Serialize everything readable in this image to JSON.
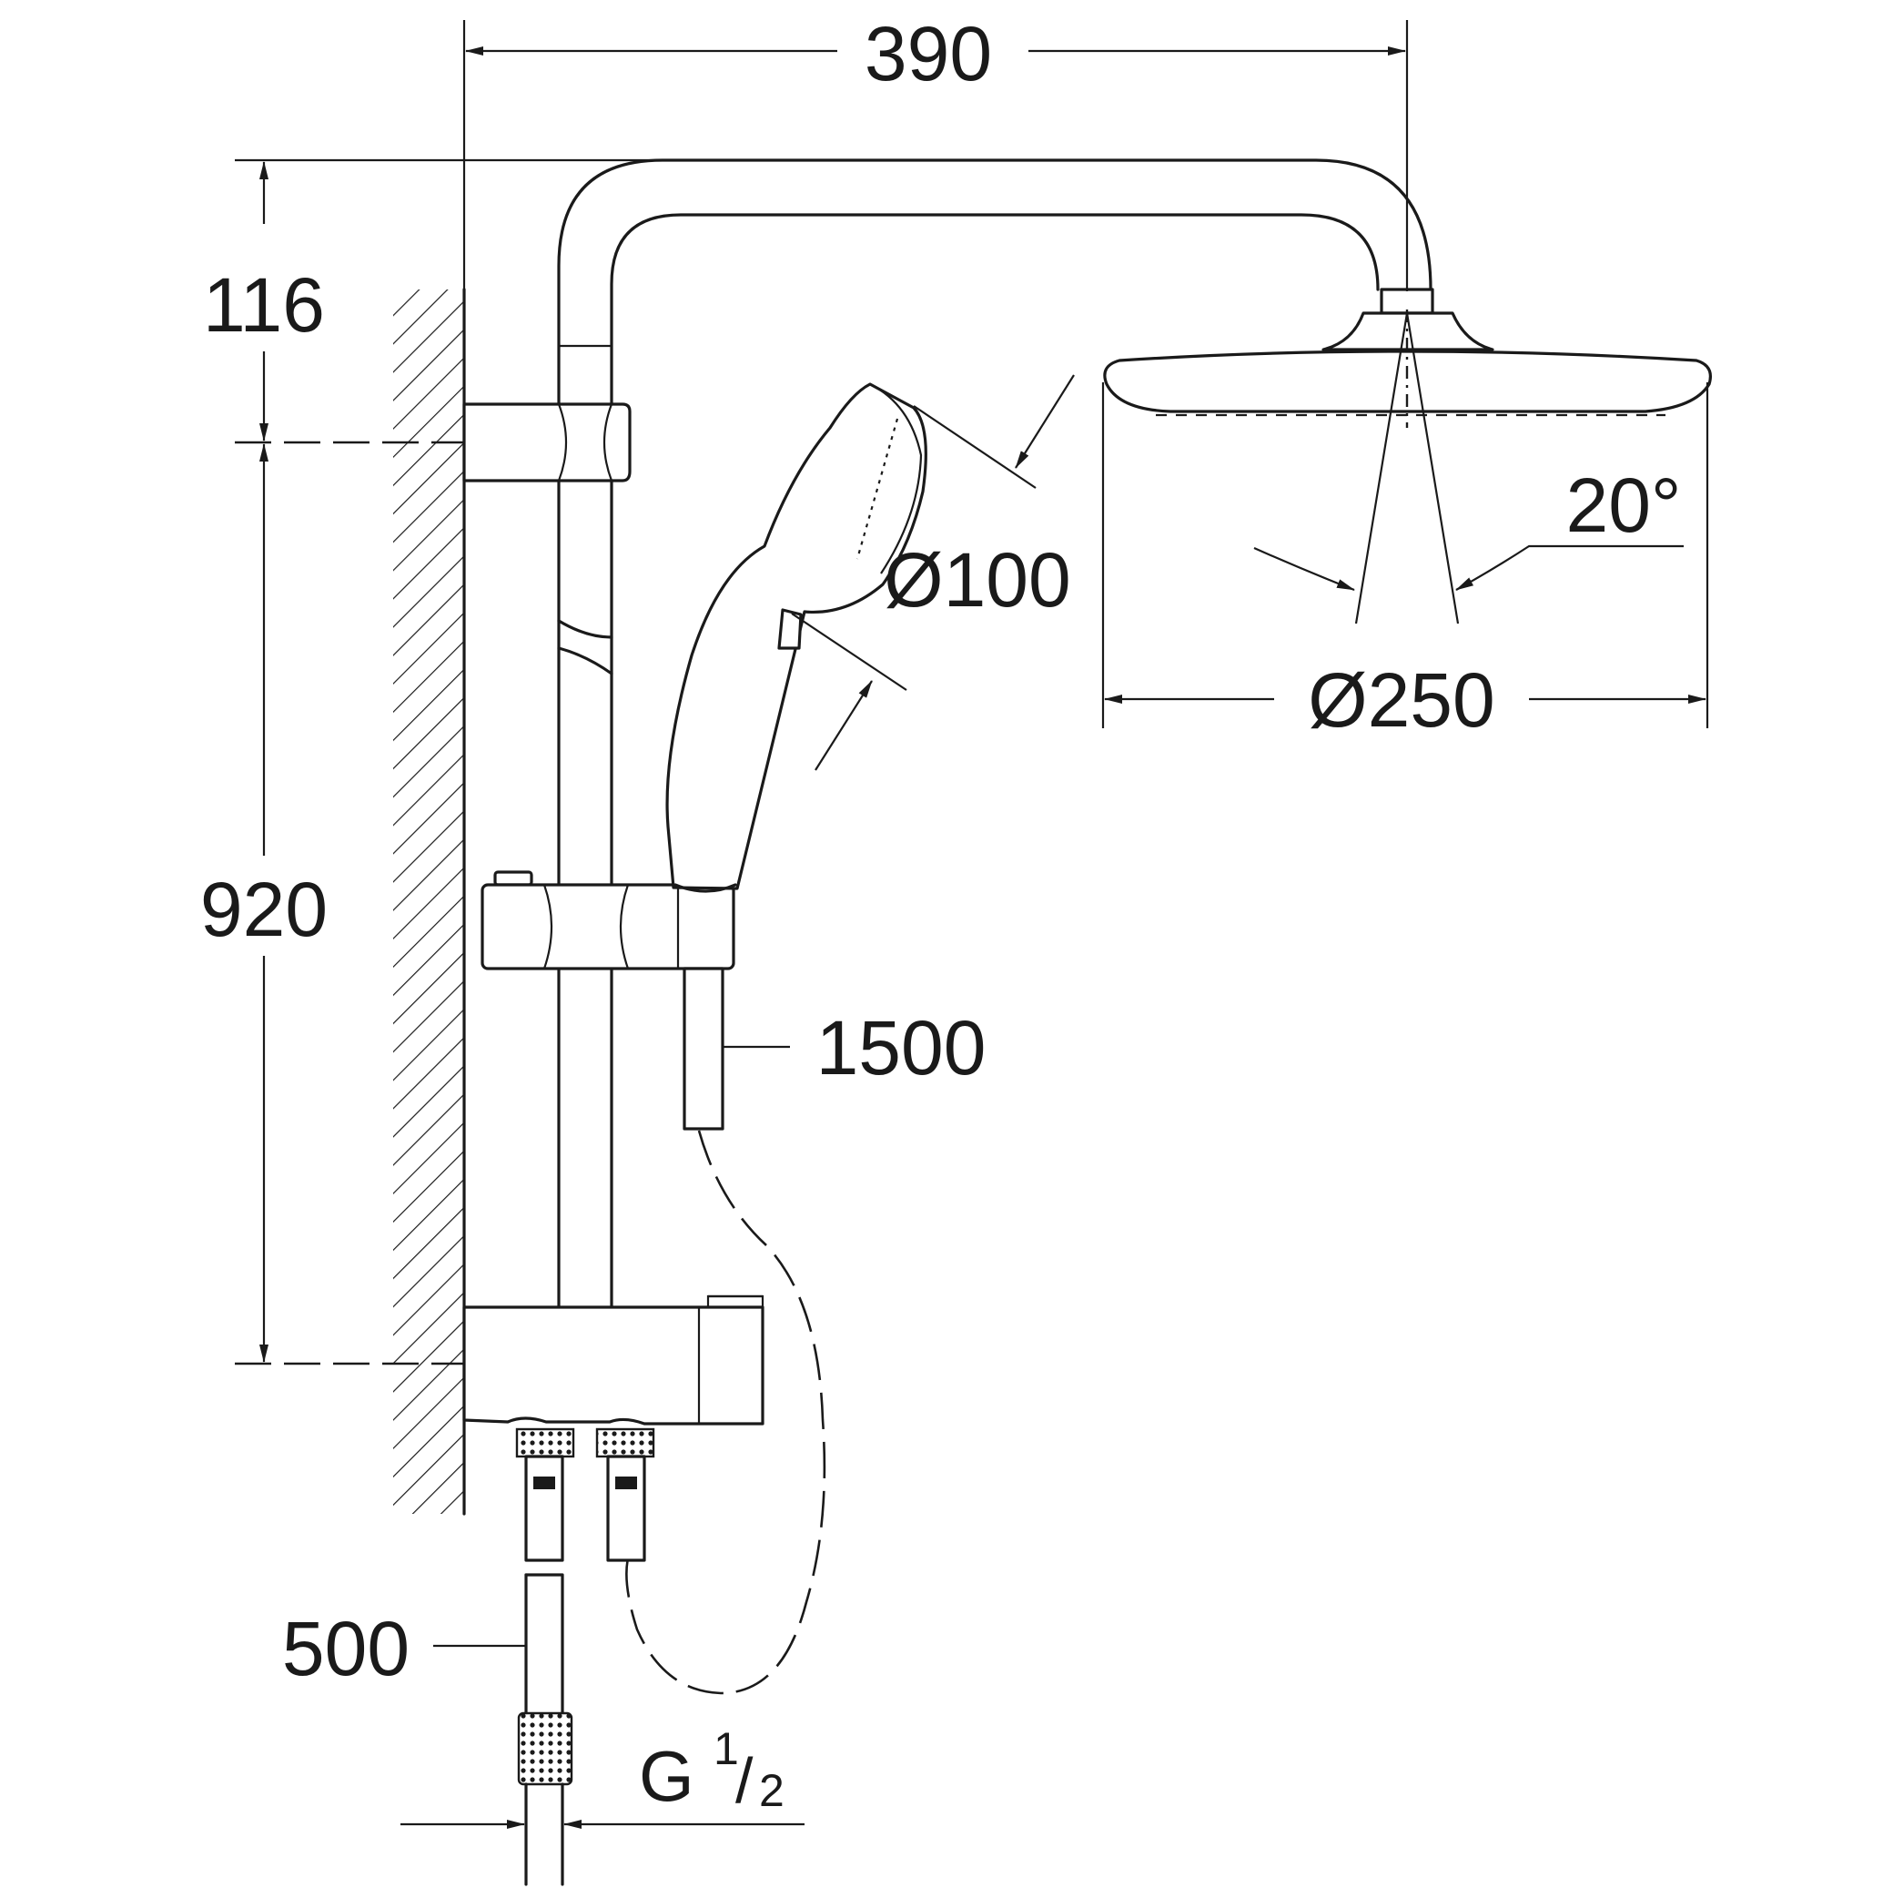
{
  "dimensions": {
    "width_top": "390",
    "arm_height": "116",
    "bar_height": "920",
    "hand_shower_diameter": "Ø100",
    "head_shower_diameter": "Ø250",
    "spray_angle": "20°",
    "hose_length": "1500",
    "connection_hose_length": "500",
    "thread_prefix": "G",
    "thread_numerator": "1",
    "thread_slash": "/",
    "thread_denominator": "2"
  },
  "colors": {
    "line": "#1a1a1a",
    "background": "#ffffff"
  }
}
